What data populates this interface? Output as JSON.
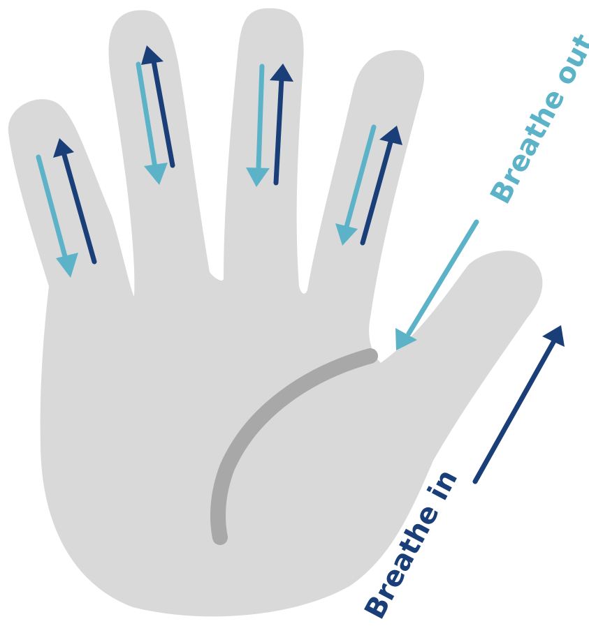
{
  "labels": {
    "breathe_out": "Breathe out",
    "breathe_in": "Breathe in"
  },
  "colors": {
    "hand_fill": "#d9d9d9",
    "palm_crease": "#a8a8a8",
    "breathe_out_color": "#5cb3c8",
    "breathe_in_color": "#1a3f78"
  },
  "shapes": {
    "hand": "open-hand",
    "breath_cycle_per_digit": [
      "breathe-in-arrow-up",
      "breathe-out-arrow-down"
    ]
  }
}
